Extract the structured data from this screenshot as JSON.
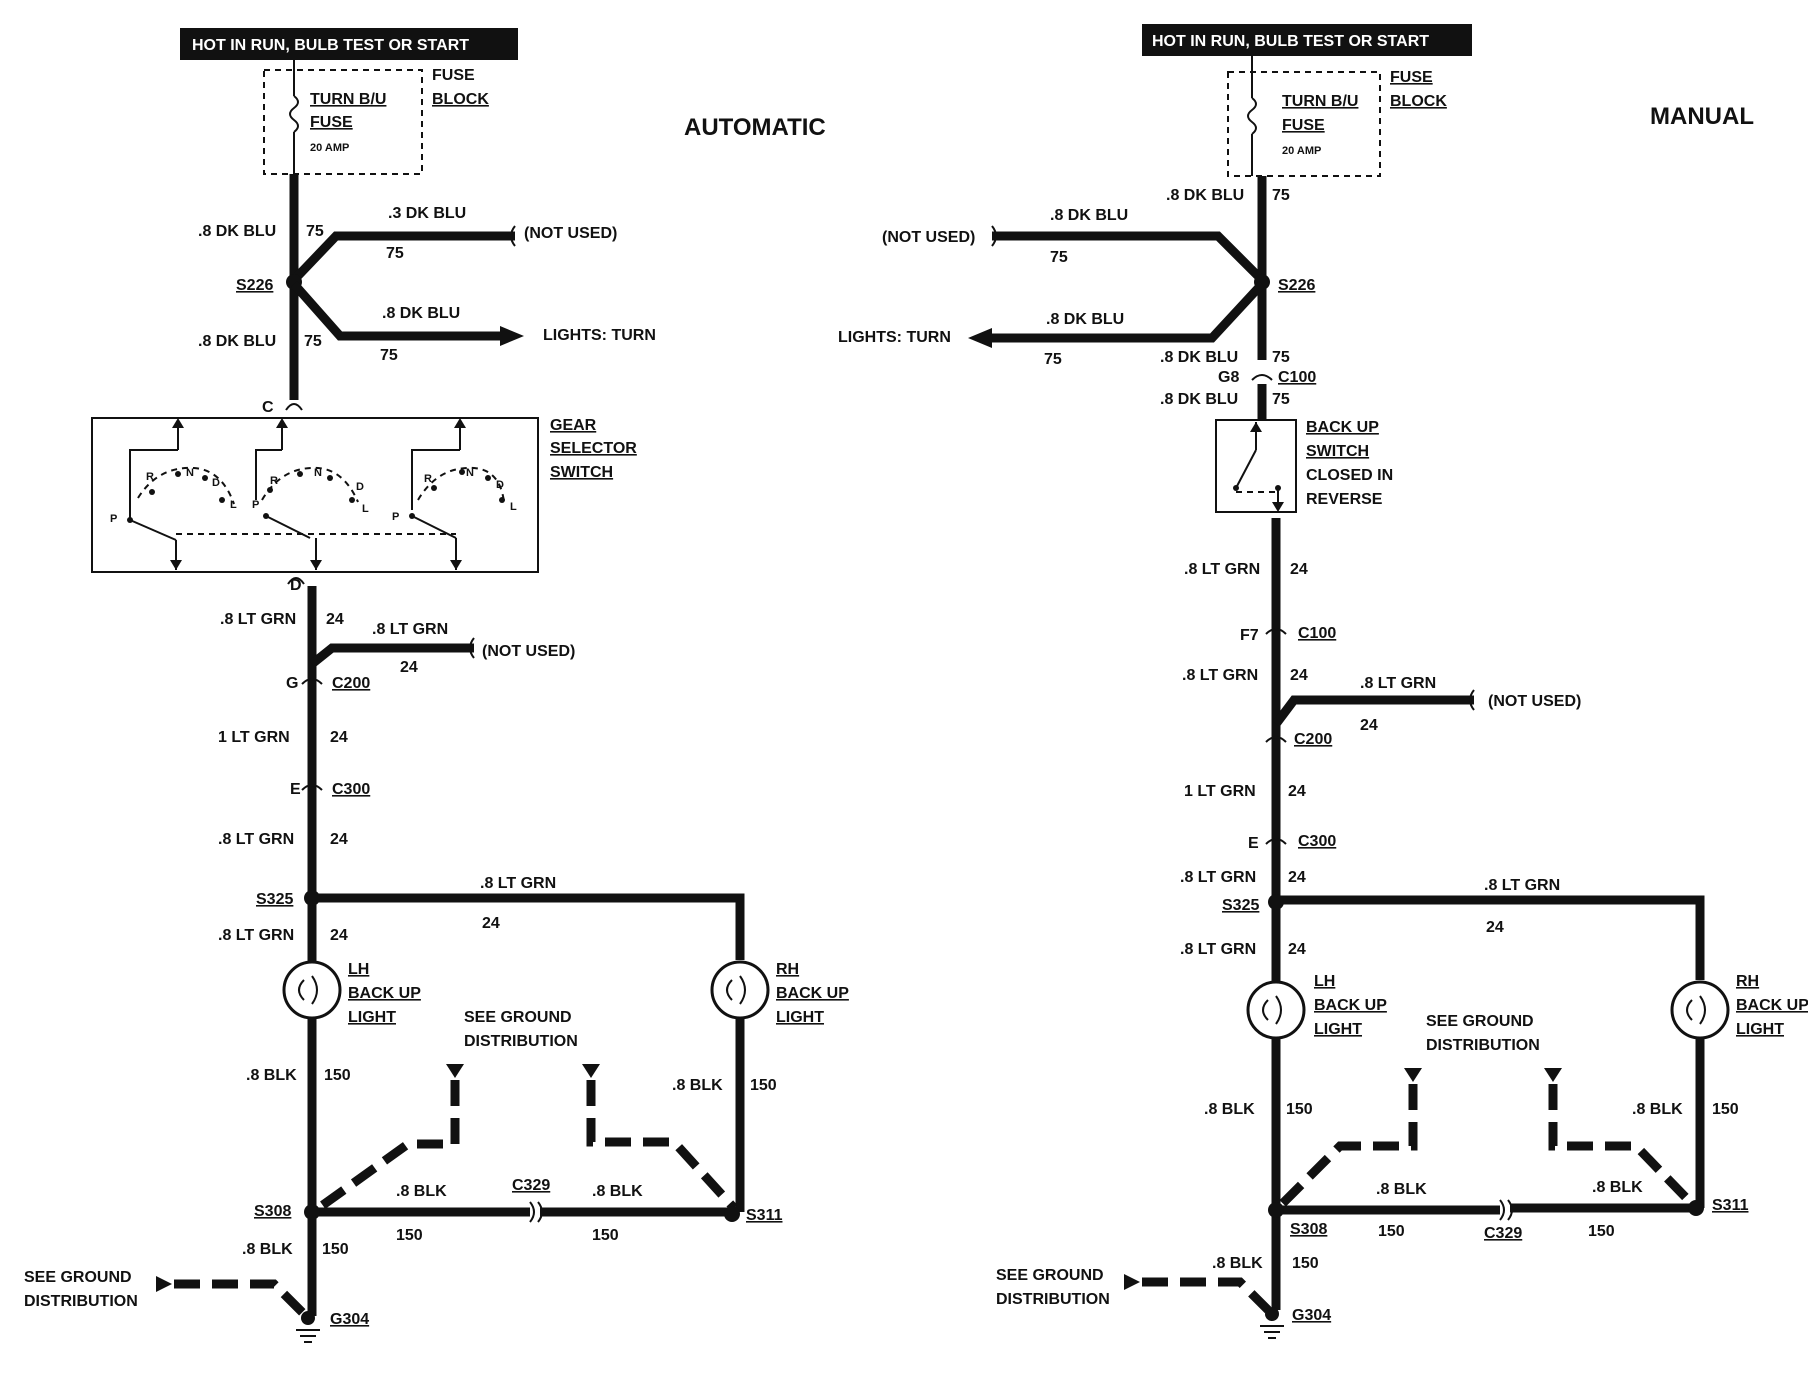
{
  "automatic": {
    "title": "AUTOMATIC",
    "hot_banner": "HOT IN RUN, BULB TEST OR START",
    "fuse": {
      "name": "TURN B/U",
      "label": "FUSE",
      "rating": "20 AMP",
      "block_1": "FUSE",
      "block_2": "BLOCK"
    },
    "wire_dk_blu": ".8 DK BLU",
    "wire_dk_blu_alt": ".3 DK BLU",
    "circuit_75": "75",
    "not_used": "(NOT USED)",
    "lights_turn": "LIGHTS: TURN",
    "splice_s226": "S226",
    "pin_c": "C",
    "gear_selector_1": "GEAR",
    "gear_selector_2": "SELECTOR",
    "gear_selector_3": "SWITCH",
    "pin_d": "D",
    "wire_lt_grn": ".8 LT GRN",
    "wire_1_lt_grn": "1 LT GRN",
    "circuit_24": "24",
    "pin_g": "G",
    "conn_c200": "C200",
    "pin_e": "E",
    "conn_c300": "C300",
    "splice_s325": "S325",
    "lh_1": "LH",
    "lh_2": "BACK UP",
    "lh_3": "LIGHT",
    "rh_1": "RH",
    "rh_2": "BACK UP",
    "rh_3": "LIGHT",
    "see_ground_1": "SEE GROUND",
    "see_ground_2": "DISTRIBUTION",
    "wire_blk": ".8 BLK",
    "circuit_150": "150",
    "splice_s308": "S308",
    "conn_c329": "C329",
    "splice_s311": "S311",
    "ground_g304": "G304",
    "gear_letters": {
      "r": "R",
      "n": "N",
      "d": "D",
      "l": "L",
      "p": "P"
    }
  },
  "manual": {
    "title": "MANUAL",
    "hot_banner": "HOT IN RUN, BULB TEST OR START",
    "fuse": {
      "name": "TURN B/U",
      "label": "FUSE",
      "rating": "20 AMP",
      "block_1": "FUSE",
      "block_2": "BLOCK"
    },
    "wire_dk_blu": ".8 DK BLU",
    "circuit_75": "75",
    "not_used": "(NOT USED)",
    "lights_turn": "LIGHTS: TURN",
    "splice_s226": "S226",
    "pin_g8": "G8",
    "conn_c100": "C100",
    "backup_1": "BACK UP",
    "backup_2": "SWITCH",
    "backup_3": "CLOSED IN",
    "backup_4": "REVERSE",
    "wire_lt_grn": ".8 LT GRN",
    "wire_1_lt_grn": "1 LT GRN",
    "circuit_24": "24",
    "pin_f7": "F7",
    "conn_c200": "C200",
    "pin_e": "E",
    "conn_c300": "C300",
    "splice_s325": "S325",
    "lh_1": "LH",
    "lh_2": "BACK UP",
    "lh_3": "LIGHT",
    "rh_1": "RH",
    "rh_2": "BACK UP",
    "rh_3": "LIGHT",
    "see_ground_1": "SEE GROUND",
    "see_ground_2": "DISTRIBUTION",
    "wire_blk": ".8 BLK",
    "circuit_150": "150",
    "splice_s308": "S308",
    "conn_c329": "C329",
    "splice_s311": "S311",
    "ground_g304": "G304"
  }
}
